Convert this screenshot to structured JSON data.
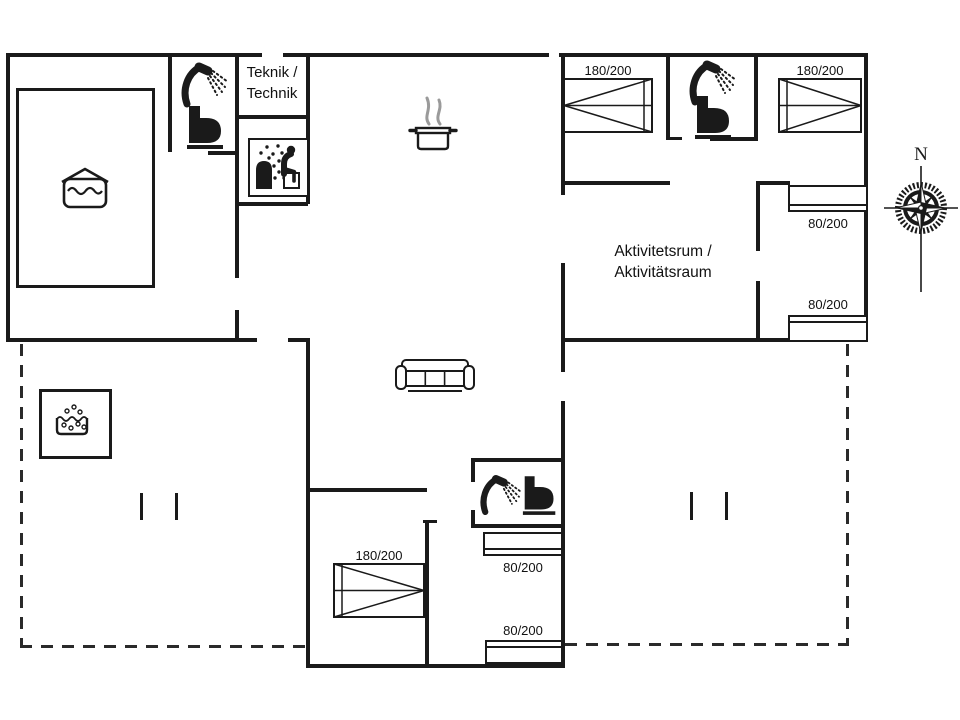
{
  "palette": {
    "wall": "#1a1a1a",
    "background": "#ffffff",
    "steam_gray": "#9a9a9a"
  },
  "compass": {
    "north_label": "N"
  },
  "rooms": {
    "technical_room": {
      "label_line1": "Teknik /",
      "label_line2": "Technik"
    },
    "activity_room": {
      "label_line1": "Aktivitetsrum /",
      "label_line2": "Aktivitätsraum"
    }
  },
  "bed_labels": {
    "double_top_left": "180/200",
    "double_top_right": "180/200",
    "double_bottom": "180/200",
    "single_right_upper": "80/200",
    "single_right_lower": "80/200",
    "single_bottom_upper": "80/200",
    "single_bottom_lower": "80/200"
  },
  "icons": {
    "pool": "indoor-pool-icon",
    "hot_tub": "hot-tub-icon",
    "sauna": "sauna-icon",
    "shower": "shower-icon",
    "toilet": "toilet-icon",
    "cooking": "cooking-pot-icon",
    "sofa": "sofa-icon",
    "compass_rose": "compass-rose-icon"
  }
}
